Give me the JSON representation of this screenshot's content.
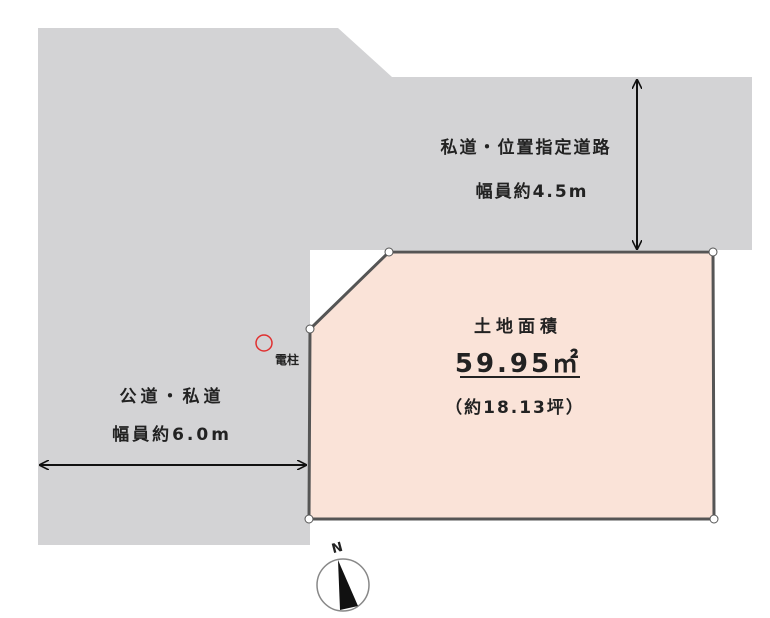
{
  "road_north": {
    "label": "私道・位置指定道路",
    "width": "幅員約4.5m"
  },
  "road_west": {
    "label": "公道・私道",
    "width": "幅員約6.0m"
  },
  "pole_label": "電柱",
  "plot": {
    "title": "土地面積",
    "area": "59.95㎡",
    "tsubo": "（約18.13坪）"
  },
  "compass": {
    "label": "N"
  },
  "colors": {
    "road": "#d3d3d5",
    "plot": "#fae3d8",
    "outline": "#555555",
    "pole": "#e03030"
  }
}
